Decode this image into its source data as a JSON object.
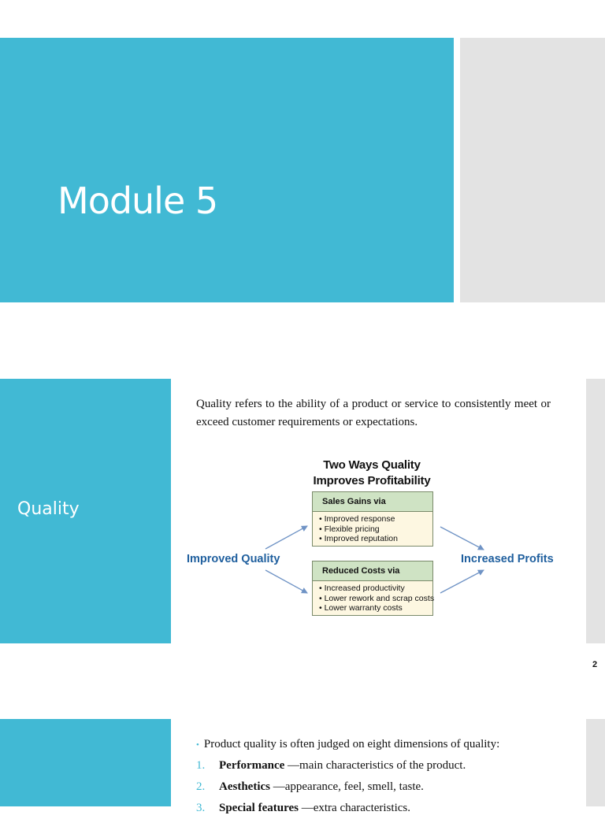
{
  "slide1": {
    "title": "Module 5"
  },
  "slide2": {
    "title": "Quality",
    "definition": "Quality refers to the ability of a product or service to consistently meet or exceed customer requirements or expectations.",
    "diagram": {
      "title_line1": "Two Ways Quality",
      "title_line2": "Improves Profitability",
      "left_label": "Improved Quality",
      "right_label": "Increased Profits",
      "box_top": {
        "header": "Sales Gains via",
        "items": [
          "• Improved response",
          "• Flexible pricing",
          "• Improved reputation"
        ]
      },
      "box_bottom": {
        "header": "Reduced Costs via",
        "items": [
          "• Increased productivity",
          "• Lower rework and scrap costs",
          "• Lower warranty costs"
        ]
      }
    },
    "page_number": "2"
  },
  "slide3": {
    "bullet": "•",
    "intro": "Product quality is often judged on eight dimensions of quality:",
    "items": [
      {
        "num": "1.",
        "term": "Performance",
        "desc": " —main characteristics of the product."
      },
      {
        "num": "2.",
        "term": "Aesthetics",
        "desc": " —appearance, feel, smell, taste."
      },
      {
        "num": "3.",
        "term": "Special features",
        "desc": " —extra characteristics."
      }
    ]
  }
}
